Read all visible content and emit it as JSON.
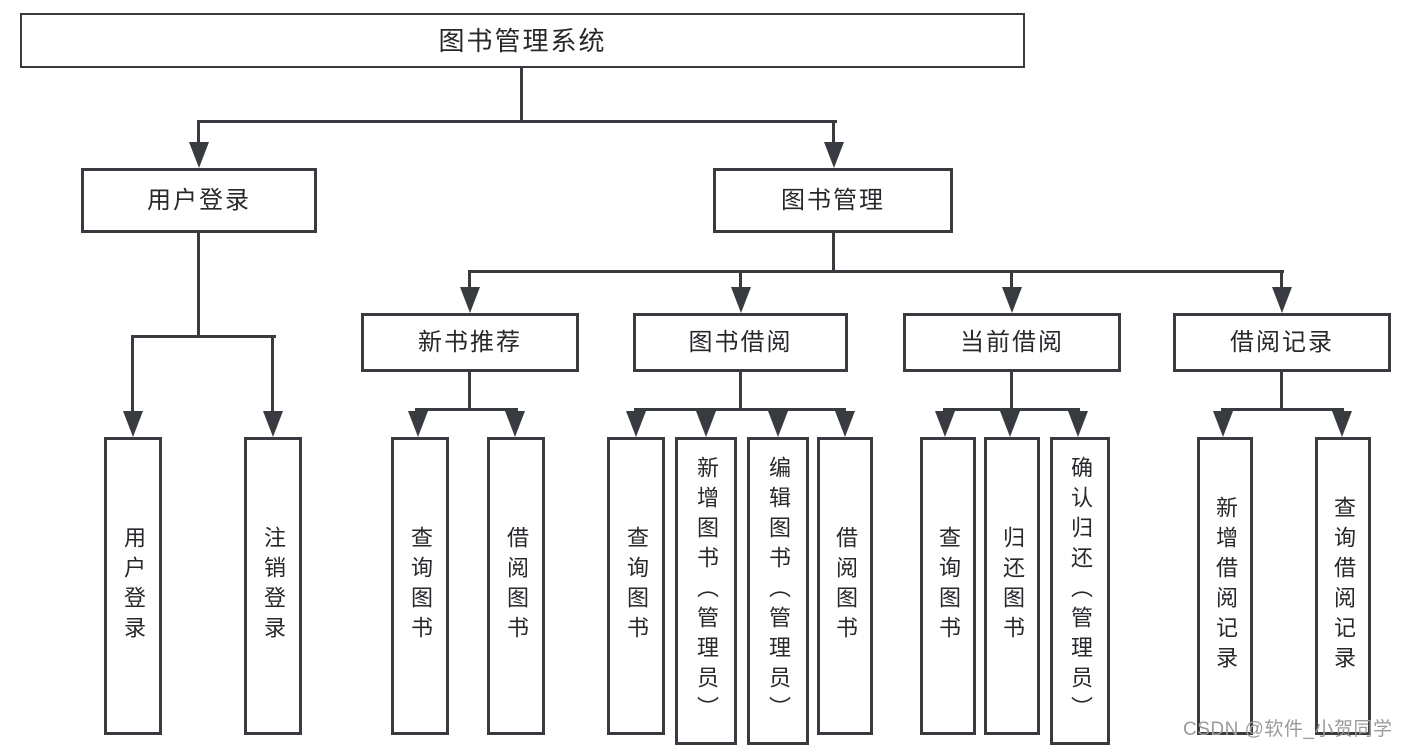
{
  "colors": {
    "line": "#383b40",
    "box_border": "#383b40",
    "text": "#26282c",
    "watermark": "#9b9b9b",
    "background": "#ffffff"
  },
  "nodes": {
    "root": "图书管理系统",
    "user_login_group": "用户登录",
    "book_management": "图书管理",
    "new_book_recommend": "新书推荐",
    "book_borrowing": "图书借阅",
    "current_borrowing": "当前借阅",
    "borrowing_records": "借阅记录",
    "leaf_user_login": "用户登录",
    "leaf_logout": "注销登录",
    "leaf_query_book_recommend": "查询图书",
    "leaf_borrow_book_recommend": "借阅图书",
    "leaf_query_book_borrowing": "查询图书",
    "leaf_add_book_admin": "新增图书（管理员）",
    "leaf_edit_book_admin": "编辑图书（管理员）",
    "leaf_borrow_book_borrowing": "借阅图书",
    "leaf_query_book_current": "查询图书",
    "leaf_return_book": "归还图书",
    "leaf_confirm_return_admin": "确认归还（管理员）",
    "leaf_add_borrow_record": "新增借阅记录",
    "leaf_query_borrow_record": "查询借阅记录"
  },
  "watermark": {
    "text": "CSDN @软件_小贺同学"
  }
}
